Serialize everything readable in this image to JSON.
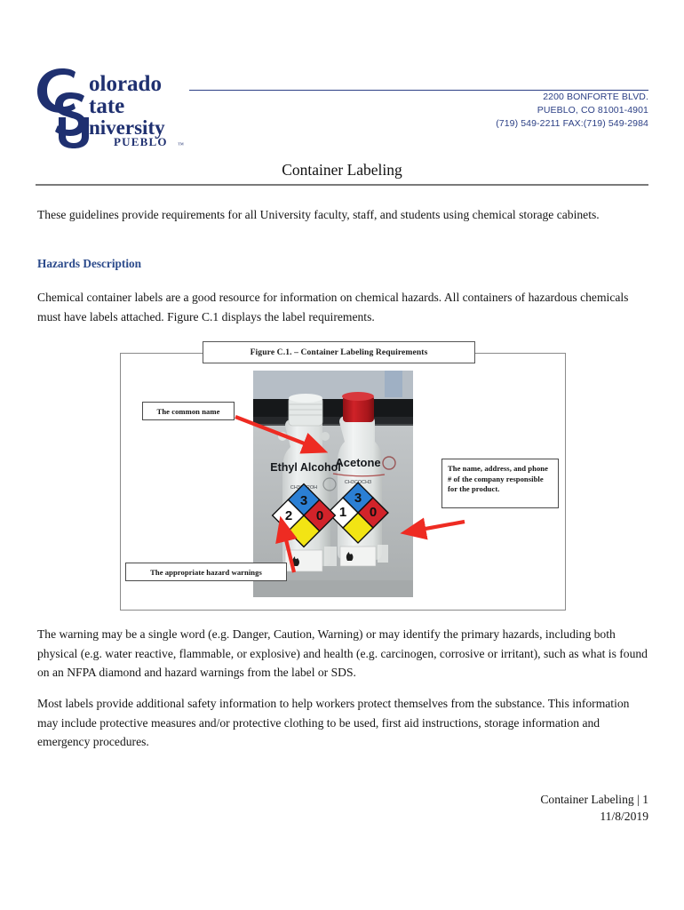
{
  "header": {
    "logo": {
      "line1": "Colorado",
      "line2": "State",
      "line3": "University",
      "line4": "PUEBLO",
      "color": "#1f3070"
    },
    "address": {
      "street": "2200 BONFORTE BLVD.",
      "city_state_zip": "PUEBLO, CO  81001-4901",
      "phone_fax": "(719) 549-2211 FAX:(719) 549-2984",
      "color": "#2b3f85"
    }
  },
  "document": {
    "title": "Container Labeling",
    "intro": "These guidelines provide requirements for all University faculty, staff, and students using chemical storage cabinets.",
    "section_heading": "Hazards Description",
    "section_heading_color": "#2b4a8b",
    "hazard_paragraph": "Chemical container labels are a good resource for information on chemical hazards. All containers of hazardous chemicals must have labels attached. Figure C.1 displays the label requirements.",
    "warning_paragraph": "The warning may be a single word (e.g. Danger, Caution, Warning) or may identify the primary hazards, including both physical (e.g. water reactive, flammable, or explosive) and health (e.g. carcinogen, corrosive or irritant), such as what is found on an NFPA diamond and hazard warnings from the label or SDS.",
    "most_labels_paragraph": "Most labels provide additional safety information to help workers protect themselves from the substance. This information may include protective measures and/or protective clothing to be used, first aid instructions, storage information and emergency procedures."
  },
  "figure": {
    "caption": "Figure C.1. – Container Labeling Requirements",
    "callouts": {
      "common_name": "The common name",
      "company_info": "The name, address, and phone # of the company responsible for the product.",
      "hazard_warnings": "The appropriate hazard warnings"
    },
    "photo": {
      "bottles": [
        {
          "name": "Ethyl Alcohol",
          "formula": "CH3CH2OH",
          "cap_color": "#e8eaea",
          "nfpa": {
            "health": "2",
            "flammability": "3",
            "reactivity": "0",
            "special": ""
          }
        },
        {
          "name": "Acetone",
          "formula": "CH3COCH3",
          "cap_color": "#b4161c",
          "nfpa": {
            "health": "1",
            "flammability": "3",
            "reactivity": "0",
            "special": ""
          }
        }
      ],
      "nfpa_colors": {
        "health": "#2b7fd4",
        "flammability": "#d2232a",
        "reactivity": "#f2e414",
        "special": "#ffffff"
      },
      "arrow_color": "#ee2b22"
    }
  },
  "footer": {
    "title_page": "Container Labeling | 1",
    "date": "11/8/2019"
  }
}
